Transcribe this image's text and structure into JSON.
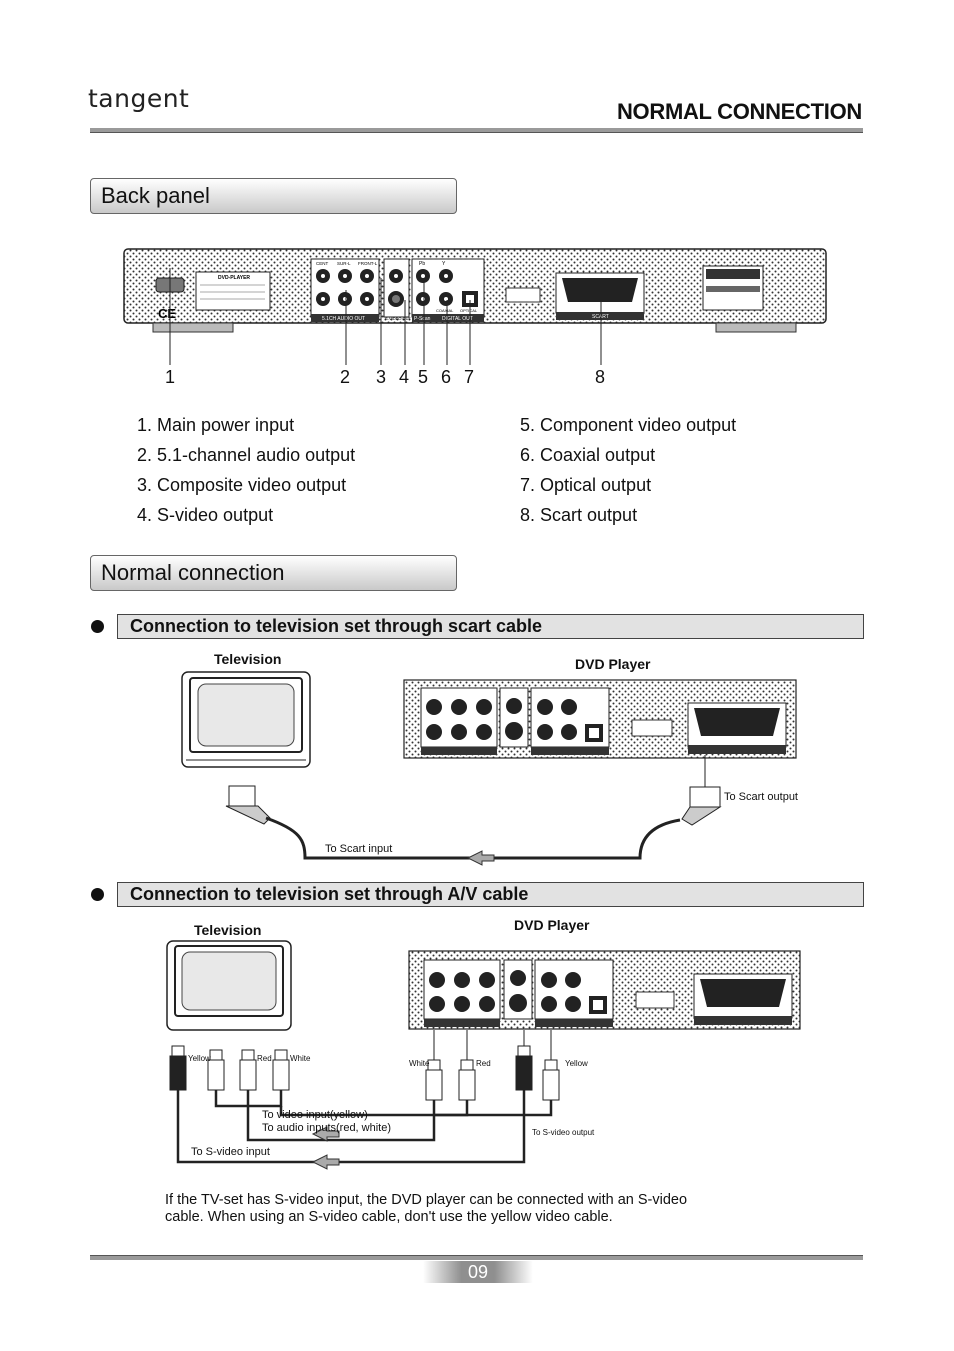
{
  "header": {
    "brand": "tangent",
    "title": "NORMAL CONNECTION"
  },
  "back_panel": {
    "heading": "Back panel",
    "callouts": [
      "1",
      "2",
      "3",
      "4",
      "5",
      "6",
      "7",
      "8"
    ],
    "items_left": [
      "1. Main power input",
      "2. 5.1-channel audio output",
      "3. Composite video output",
      "4. S-video output"
    ],
    "items_right": [
      "5. Component video output",
      "6. Coaxial output",
      "7. Optical output",
      "8. Scart output"
    ],
    "panel_labels": {
      "model": "DVD-PLAYER",
      "audio_out": "5.1CH AUDIO OUT",
      "video_out": "VIDEO OUT",
      "svideo": "S-VIDEO OUT",
      "pscan": "P-Scan",
      "digital_out": "DIGITAL OUT",
      "coaxial": "COAXIAL",
      "optical": "OPTICAL",
      "scart": "SCART",
      "cent": "CENT",
      "surl": "SUR-L",
      "frontl": "FRONT-L",
      "pb": "Pb",
      "y": "Y",
      "pr": "Pr",
      "ce": "CE"
    }
  },
  "normal_connection": {
    "heading": "Normal connection",
    "scart": {
      "title": "Connection to television set through scart cable",
      "television": "Television",
      "dvd_player": "DVD Player",
      "to_scart_output": "To Scart output",
      "to_scart_input": "To Scart input"
    },
    "av": {
      "title": "Connection to television set through A/V cable",
      "television": "Television",
      "dvd_player": "DVD Player",
      "yellow": "Yellow",
      "red": "Red",
      "white": "White",
      "to_video_input": "To video input(yellow)",
      "to_audio_inputs": "To audio inputs(red, white)",
      "to_svideo_output": "To S-video output",
      "to_svideo_input": "To S-video input"
    },
    "note": "If the TV-set has S-video input, the DVD player can be connected with an S-video cable. When using an S-video cable, don't use the yellow video cable."
  },
  "footer": {
    "page_number": "09"
  }
}
